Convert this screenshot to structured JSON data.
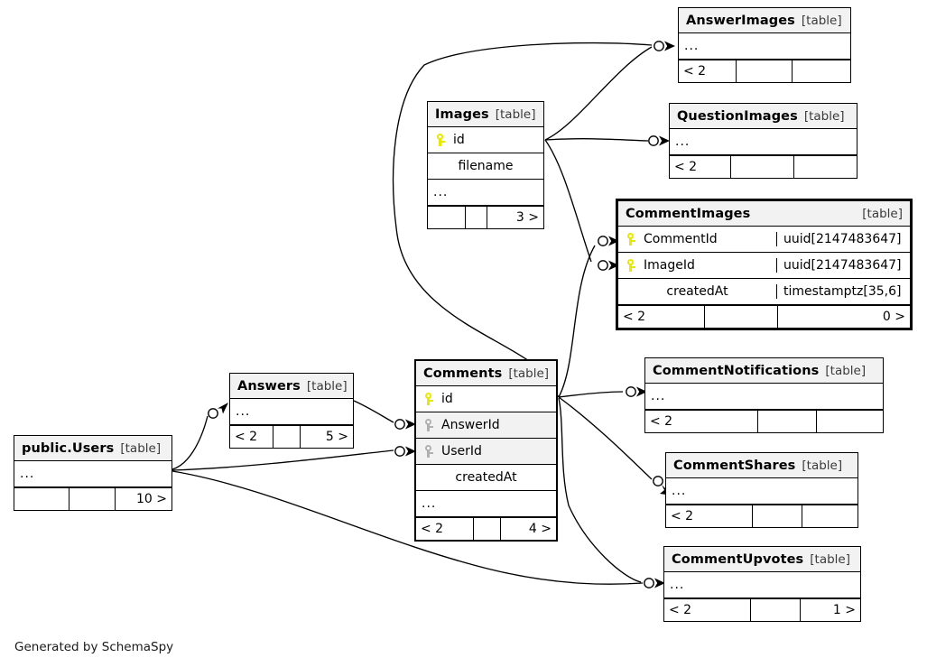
{
  "diagram": {
    "generator_note": "Generated by SchemaSpy",
    "table_tag": "[table]",
    "ellipsis": "...",
    "colors": {
      "primary_key": "#e8e800",
      "foreign_key": "#b0b0b0",
      "header_bg": "#f2f2f2",
      "border": "#000000",
      "background": "#ffffff"
    }
  },
  "tables": {
    "answerimages": {
      "name": "AnswerImages",
      "tag": "[table]",
      "rows": [
        {
          "label": "..."
        }
      ],
      "footer": {
        "left": "< 2",
        "middle": "",
        "right": ""
      }
    },
    "images": {
      "name": "Images",
      "tag": "[table]",
      "rows": [
        {
          "label": "id",
          "key": "pk"
        },
        {
          "label": "filename",
          "key": "none"
        },
        {
          "label": "..."
        }
      ],
      "footer": {
        "left": "",
        "middle": "",
        "right": "3 >"
      }
    },
    "questionimages": {
      "name": "QuestionImages",
      "tag": "[table]",
      "rows": [
        {
          "label": "..."
        }
      ],
      "footer": {
        "left": "< 2",
        "middle": "",
        "right": ""
      }
    },
    "commentimages": {
      "name": "CommentImages",
      "tag": "[table]",
      "rows": [
        {
          "label": "CommentId",
          "type": "uuid[2147483647]",
          "key": "pk"
        },
        {
          "label": "ImageId",
          "type": "uuid[2147483647]",
          "key": "pk"
        },
        {
          "label": "createdAt",
          "type": "timestamptz[35,6]",
          "key": "none"
        }
      ],
      "footer": {
        "left": "< 2",
        "middle": "",
        "right": "0 >"
      }
    },
    "answers": {
      "name": "Answers",
      "tag": "[table]",
      "rows": [
        {
          "label": "..."
        }
      ],
      "footer": {
        "left": "< 2",
        "middle": "",
        "right": "5 >"
      }
    },
    "comments": {
      "name": "Comments",
      "tag": "[table]",
      "rows": [
        {
          "label": "id",
          "key": "pk"
        },
        {
          "label": "AnswerId",
          "key": "fk"
        },
        {
          "label": "UserId",
          "key": "fk"
        },
        {
          "label": "createdAt",
          "key": "none"
        },
        {
          "label": "..."
        }
      ],
      "footer": {
        "left": "< 2",
        "middle": "",
        "right": "4 >"
      }
    },
    "commentnotifications": {
      "name": "CommentNotifications",
      "tag": "[table]",
      "rows": [
        {
          "label": "..."
        }
      ],
      "footer": {
        "left": "< 2",
        "middle": "",
        "right": ""
      }
    },
    "commentshares": {
      "name": "CommentShares",
      "tag": "[table]",
      "rows": [
        {
          "label": "..."
        }
      ],
      "footer": {
        "left": "< 2",
        "middle": "",
        "right": ""
      }
    },
    "commentupvotes": {
      "name": "CommentUpvotes",
      "tag": "[table]",
      "rows": [
        {
          "label": "..."
        }
      ],
      "footer": {
        "left": "< 2",
        "middle": "",
        "right": "1 >"
      }
    },
    "publicusers": {
      "name": "public.Users",
      "tag": "[table]",
      "rows": [
        {
          "label": "..."
        }
      ],
      "footer": {
        "left": "",
        "middle": "",
        "right": "10 >"
      }
    }
  },
  "relationships": [
    {
      "from": "Images",
      "to": "AnswerImages"
    },
    {
      "from": "Images",
      "to": "QuestionImages"
    },
    {
      "from": "Images",
      "to": "CommentImages.ImageId"
    },
    {
      "from": "Comments",
      "to": "CommentImages.CommentId"
    },
    {
      "from": "Comments",
      "to": "CommentNotifications"
    },
    {
      "from": "Comments",
      "to": "CommentShares"
    },
    {
      "from": "Comments",
      "to": "CommentUpvotes"
    },
    {
      "from": "Comments",
      "to": "AnswerImages"
    },
    {
      "from": "Answers",
      "to": "Comments.AnswerId"
    },
    {
      "from": "public.Users",
      "to": "Answers"
    },
    {
      "from": "public.Users",
      "to": "Comments.UserId"
    },
    {
      "from": "public.Users",
      "to": "CommentUpvotes"
    }
  ]
}
